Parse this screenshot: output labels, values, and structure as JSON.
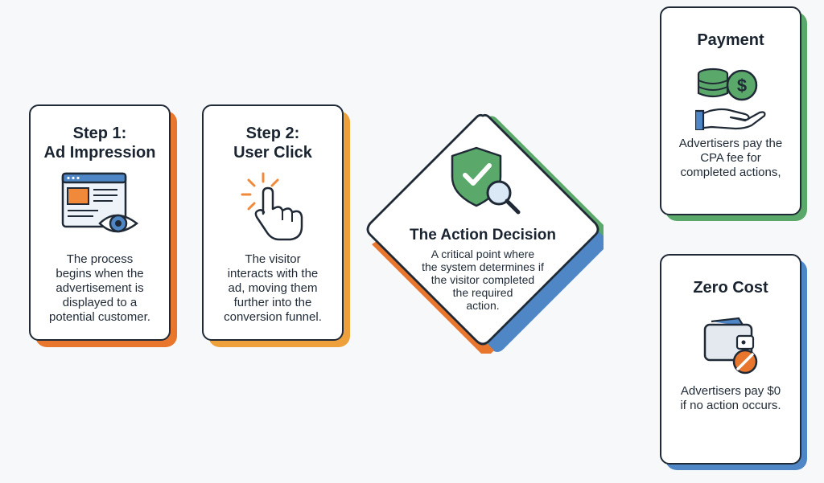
{
  "steps": [
    {
      "title": "Step 1:\nAd Impression",
      "body": "The process\nbegins when the\nadvertisement is\ndisplayed to a\npotential customer.",
      "icon": "ad-impression-eye-icon"
    },
    {
      "title": "Step 2:\nUser Click",
      "body": "The visitor\ninteracts with the\nad, moving them\nfurther into the\nconversion funnel.",
      "icon": "pointer-click-icon"
    }
  ],
  "decision": {
    "title": "The Action Decision",
    "body": "A critical point where\nthe system determines if\nthe visitor completed\nthe required\naction.",
    "icon": "shield-check-magnifier-icon"
  },
  "outcomes": [
    {
      "title": "Payment",
      "body": "Advertisers pay the\nCPA fee for\ncompleted actions,",
      "icon": "coins-hand-dollar-icon"
    },
    {
      "title": "Zero Cost",
      "body": "Advertisers pay $0\nif no action occurs.",
      "icon": "wallet-no-icon"
    }
  ],
  "colors": {
    "orange": "#e8762d",
    "amber": "#eea13a",
    "green": "#5aa96a",
    "blue": "#4f86c6",
    "outline": "#1f2a36"
  }
}
